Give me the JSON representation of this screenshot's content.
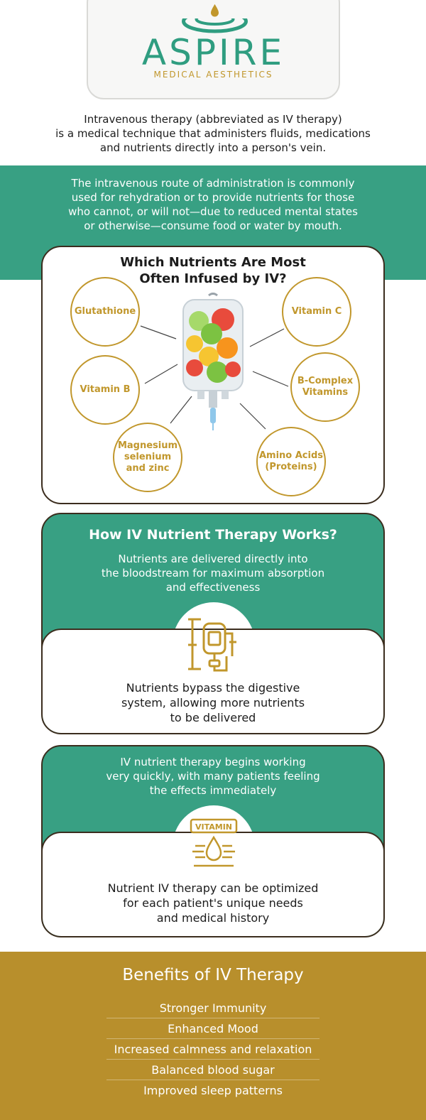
{
  "logo": {
    "brand": "ASPIRE",
    "tagline": "MEDICAL AESTHETICS"
  },
  "intro": {
    "line1": "Intravenous therapy (abbreviated as IV therapy)",
    "line2": "is a medical technique that administers fluids, medications",
    "line3": "and nutrients directly into a person's vein."
  },
  "route": {
    "line1": "The intravenous route of administration is commonly",
    "line2": "used for rehydration or to provide nutrients for those",
    "line3": "who cannot, or will not—due to reduced mental states",
    "line4": "or otherwise—consume food or water by mouth."
  },
  "nutrients": {
    "title_line1": "Which Nutrients Are Most",
    "title_line2": "Often Infused by IV?",
    "items": [
      {
        "line1": "Glutathione",
        "line2": "",
        "line3": ""
      },
      {
        "line1": "Vitamin C",
        "line2": "",
        "line3": ""
      },
      {
        "line1": "Vitamin B",
        "line2": "",
        "line3": ""
      },
      {
        "line1": "B-Complex",
        "line2": "Vitamins",
        "line3": ""
      },
      {
        "line1": "Magnesium",
        "line2": "selenium",
        "line3": "and zinc"
      },
      {
        "line1": "Amino Acids",
        "line2": "(Proteins)",
        "line3": ""
      }
    ]
  },
  "how_it_works": {
    "title": "How IV Nutrient Therapy Works?",
    "green_line1": "Nutrients are delivered directly into",
    "green_line2": "the bloodstream for maximum absorption",
    "green_line3": "and effectiveness",
    "white_line1": "Nutrients bypass the digestive",
    "white_line2": "system, allowing more nutrients",
    "white_line3": "to be delivered"
  },
  "quick": {
    "green_line1": "IV nutrient therapy begins working",
    "green_line2": "very quickly, with many patients feeling",
    "green_line3": "the effects immediately",
    "icon_label": "VITAMIN",
    "white_line1": "Nutrient IV therapy can be optimized",
    "white_line2": "for each patient's unique needs",
    "white_line3": "and medical history"
  },
  "benefits": {
    "title": "Benefits of IV Therapy",
    "items": [
      "Stronger Immunity",
      "Enhanced Mood",
      "Increased calmness and relaxation",
      "Balanced blood sugar",
      "Improved sleep patterns"
    ]
  },
  "colors": {
    "green": "#38a083",
    "gold": "#c1972c",
    "benefits_bg": "#b88f2c",
    "outline": "#3b2d1e"
  },
  "icons": {
    "logo": "water-drop-ripple-icon",
    "iv_bag": "iv-bag-fruit-icon",
    "iv_stand": "iv-stand-icon",
    "vitamin": "vitamin-drop-icon"
  }
}
